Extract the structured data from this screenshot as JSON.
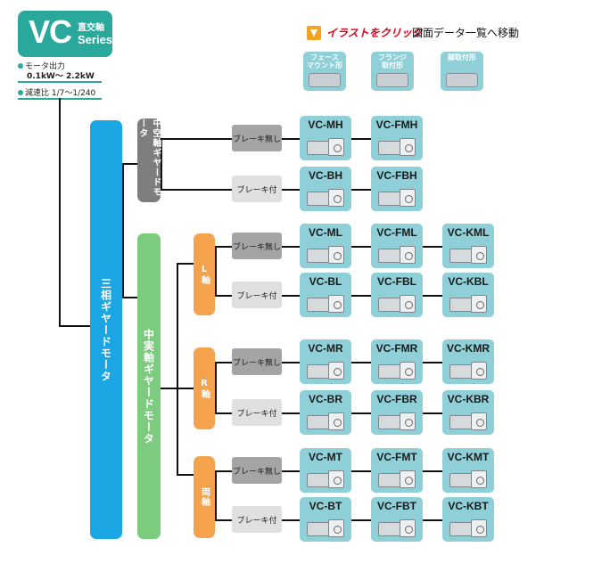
{
  "logo": {
    "vc": "VC",
    "jp": "直交軸",
    "series": "Series"
  },
  "specs": {
    "output_label": "モータ出力",
    "output_value": "0.1kW～ 2.2kW",
    "ratio": "減速比 1/7～1/240"
  },
  "hint": {
    "icon": "down-arrow-icon",
    "red": "イラストをクリック",
    "black": "図面データ一覧へ移動"
  },
  "mount_types": [
    {
      "label1": "フェース",
      "label2": "マウント形"
    },
    {
      "label1": "フランジ",
      "label2": "取付形"
    },
    {
      "label1": "脚取付形",
      "label2": ""
    }
  ],
  "categories": {
    "three_phase": "三相ギヤードモータ",
    "hollow": "中空軸ギヤードモータ",
    "solid": "中実軸ギヤードモータ",
    "l_shaft": "L軸",
    "r_shaft": "R軸",
    "both_shaft": "両軸"
  },
  "brake": {
    "none": "ブレーキ無し",
    "with": "ブレーキ付"
  },
  "rows": [
    {
      "brake": "ブレーキ無し",
      "models": [
        "VC-MH",
        "VC-FMH"
      ]
    },
    {
      "brake": "ブレーキ付",
      "models": [
        "VC-BH",
        "VC-FBH"
      ]
    },
    {
      "brake": "ブレーキ無し",
      "models": [
        "VC-ML",
        "VC-FML",
        "VC-KML"
      ]
    },
    {
      "brake": "ブレーキ付",
      "models": [
        "VC-BL",
        "VC-FBL",
        "VC-KBL"
      ]
    },
    {
      "brake": "ブレーキ無し",
      "models": [
        "VC-MR",
        "VC-FMR",
        "VC-KMR"
      ]
    },
    {
      "brake": "ブレーキ付",
      "models": [
        "VC-BR",
        "VC-FBR",
        "VC-KBR"
      ]
    },
    {
      "brake": "ブレーキ無し",
      "models": [
        "VC-MT",
        "VC-FMT",
        "VC-KMT"
      ]
    },
    {
      "brake": "ブレーキ付",
      "models": [
        "VC-BT",
        "VC-FBT",
        "VC-KBT"
      ]
    }
  ]
}
